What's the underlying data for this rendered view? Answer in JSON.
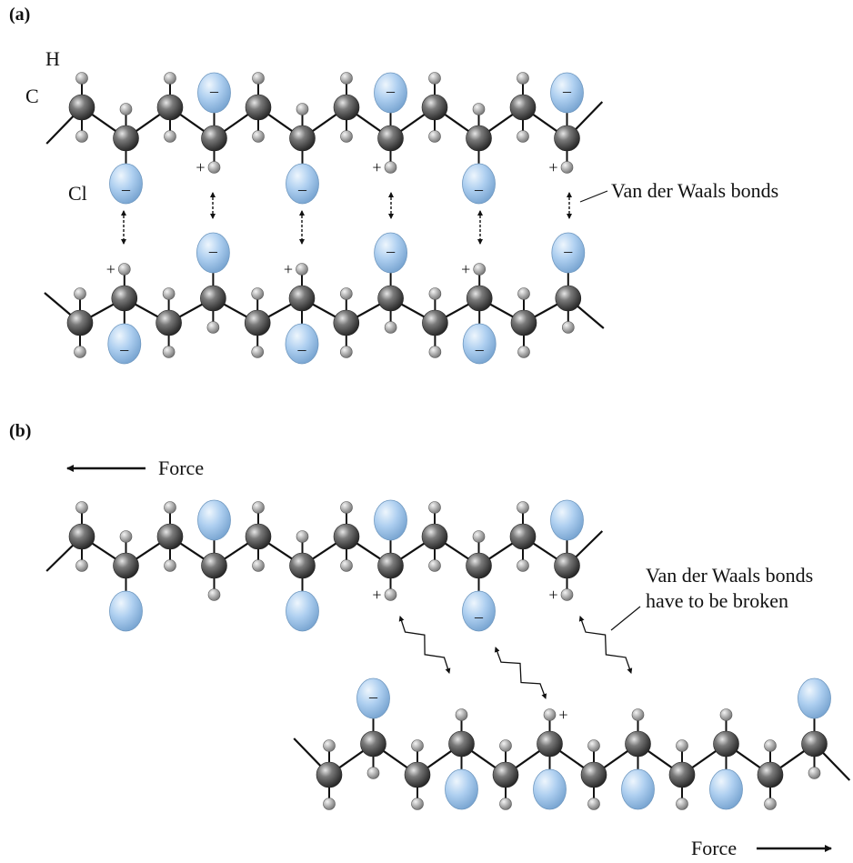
{
  "panel_a": {
    "label": "(a)",
    "atom_labels": {
      "hydrogen": "H",
      "carbon": "C",
      "chlorine": "Cl"
    },
    "charge_negative": "–",
    "charge_positive": "+",
    "bond_label": "Van der Waals bonds"
  },
  "panel_b": {
    "label": "(b)",
    "force_left": "Force",
    "force_right": "Force",
    "bond_label_line1": "Van der Waals bonds",
    "bond_label_line2": "have to be broken",
    "charge_negative": "–",
    "charge_positive": "+"
  },
  "colors": {
    "carbon": "#5a5a5a",
    "hydrogen": "#a8a8a8",
    "chlorine": "#a9cbe9",
    "bond": "#111111"
  }
}
